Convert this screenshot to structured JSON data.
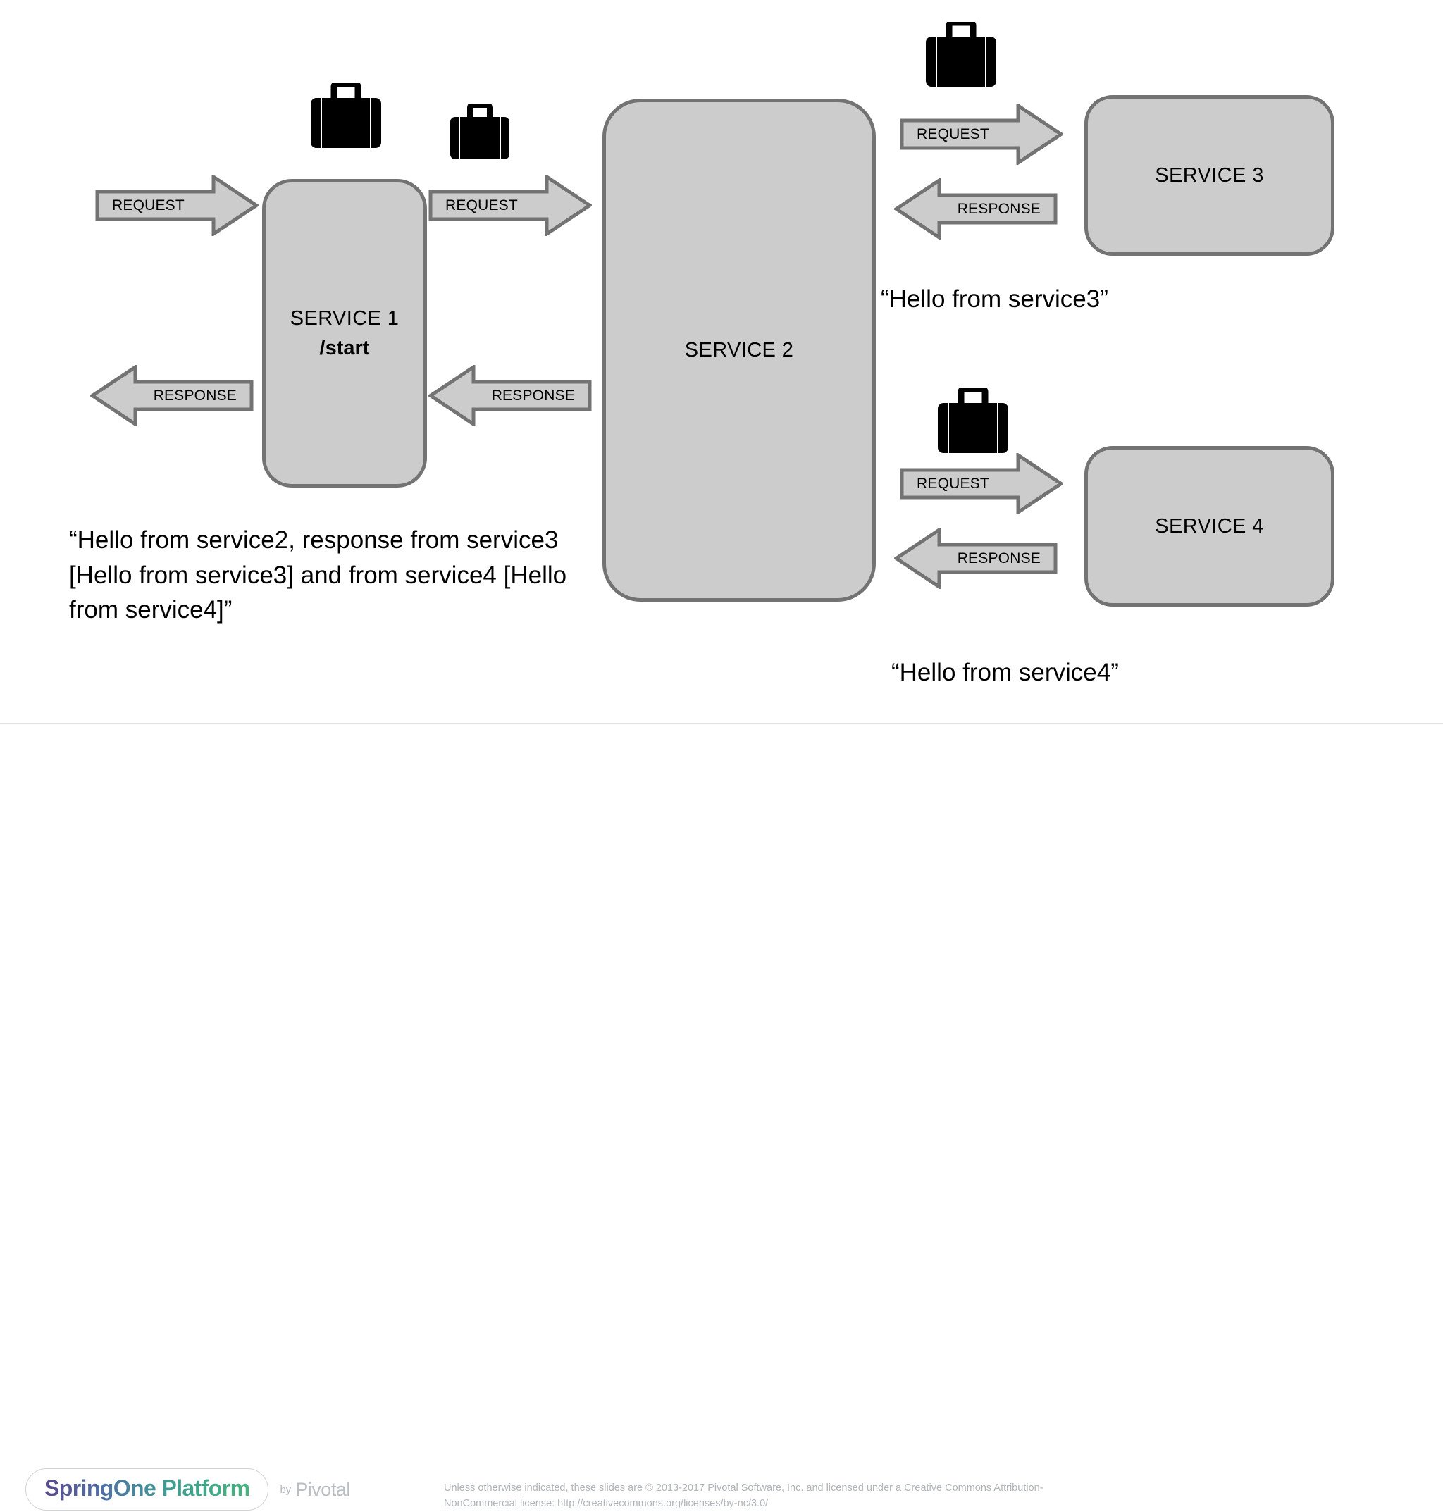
{
  "slide": {
    "title": "Microservices request/response flow diagram",
    "background": "#ffffff",
    "box_fill": "#cccccc",
    "box_border": "#737373",
    "arrow_fill": "#cccccc",
    "arrow_border": "#737373",
    "icon_color": "#000000"
  },
  "services": {
    "service1": {
      "title": "SERVICE 1",
      "endpoint": "/start"
    },
    "service2": {
      "title": "SERVICE 2"
    },
    "service3": {
      "title": "SERVICE 3"
    },
    "service4": {
      "title": "SERVICE 4"
    }
  },
  "arrows": {
    "client_to_s1": {
      "label": "REQUEST",
      "direction": "right"
    },
    "s1_to_s2": {
      "label": "REQUEST",
      "direction": "right"
    },
    "s2_to_s1": {
      "label": "RESPONSE",
      "direction": "left"
    },
    "s1_to_client": {
      "label": "RESPONSE",
      "direction": "left"
    },
    "s2_to_s3": {
      "label": "REQUEST",
      "direction": "right"
    },
    "s3_to_s2": {
      "label": "RESPONSE",
      "direction": "left"
    },
    "s2_to_s4": {
      "label": "REQUEST",
      "direction": "right"
    },
    "s4_to_s2": {
      "label": "RESPONSE",
      "direction": "left"
    }
  },
  "icons": {
    "suitcase_s1": "suitcase-icon",
    "suitcase_s2": "suitcase-icon",
    "suitcase_s3": "suitcase-icon",
    "suitcase_s4": "suitcase-icon"
  },
  "captions": {
    "service2_response": "“Hello from service2, response from service3 [Hello from service3] and from service4 [Hello from service4]”",
    "service3_response": "“Hello from service3”",
    "service4_response": "“Hello from service4”"
  },
  "footer": {
    "logo_text": "SpringOne Platform",
    "logo_by": "by",
    "logo_brand": "Pivotal",
    "copyright": "Unless otherwise indicated, these slides are © 2013-2017 Pivotal Software, Inc. and licensed under a Creative Commons Attribution-NonCommercial license: http://creativecommons.org/licenses/by-nc/3.0/",
    "rule_color": "#e2e2e2"
  }
}
